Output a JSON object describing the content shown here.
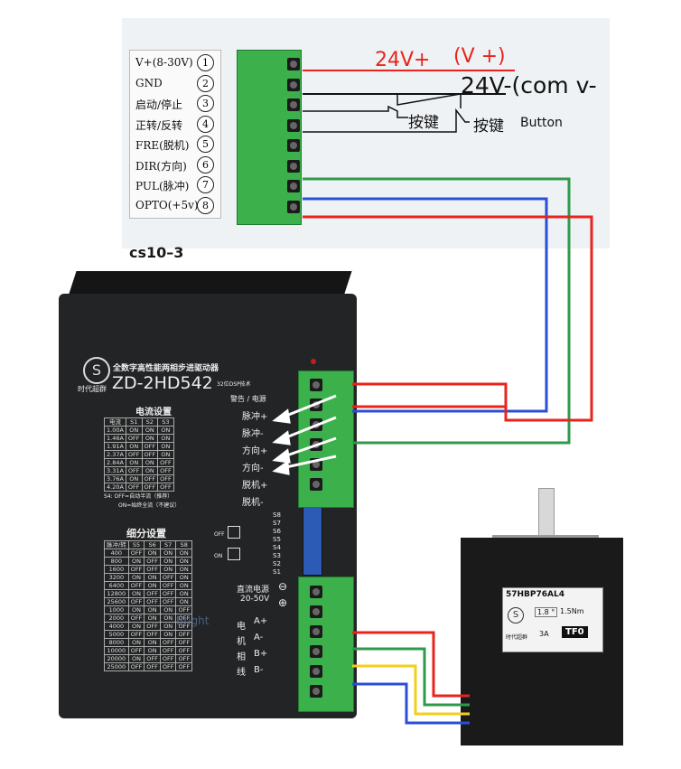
{
  "controller": {
    "model_label": "cs10–3",
    "pins": [
      {
        "label": "V+(8-30V)",
        "num": "1"
      },
      {
        "label": "GND",
        "num": "2"
      },
      {
        "label": "启动/停止",
        "num": "3"
      },
      {
        "label": "正转/反转",
        "num": "4"
      },
      {
        "label": "FRE(脱机)",
        "num": "5"
      },
      {
        "label": "DIR(方向)",
        "num": "6"
      },
      {
        "label": "PUL(脉冲)",
        "num": "7"
      },
      {
        "label": "OPTO(+5v)",
        "num": "8"
      }
    ]
  },
  "annotations": {
    "power_pos": "24V+",
    "power_pos_alias": "(V +)",
    "power_neg": "24V-(com v-",
    "button1": "按键",
    "button2": "按键",
    "button_en": "Button"
  },
  "driver": {
    "title_cn": "全数字高性能两相步进驱动器",
    "brand": "时代超群",
    "model": "ZD-2HD542",
    "model_sub": "32位DSP技术",
    "current_title": "电流设置",
    "current_headers": [
      "电流",
      "S1",
      "S2",
      "S3"
    ],
    "current_rows": [
      [
        "1.00A",
        "ON",
        "ON",
        "ON"
      ],
      [
        "1.46A",
        "OFF",
        "ON",
        "ON"
      ],
      [
        "1.91A",
        "ON",
        "OFF",
        "ON"
      ],
      [
        "2.37A",
        "OFF",
        "OFF",
        "ON"
      ],
      [
        "2.84A",
        "ON",
        "ON",
        "OFF"
      ],
      [
        "3.31A",
        "OFF",
        "ON",
        "OFF"
      ],
      [
        "3.76A",
        "ON",
        "OFF",
        "OFF"
      ],
      [
        "4.20A",
        "OFF",
        "OFF",
        "OFF"
      ]
    ],
    "s4_note1": "S4: OFF=自动半流（推荐）",
    "s4_note2": "ON=始终全流（不建议）",
    "micro_title": "细分设置",
    "micro_headers": [
      "脉冲/转",
      "S5",
      "S6",
      "S7",
      "S8"
    ],
    "micro_rows": [
      [
        "400",
        "OFF",
        "ON",
        "ON",
        "ON"
      ],
      [
        "800",
        "ON",
        "OFF",
        "ON",
        "ON"
      ],
      [
        "1600",
        "OFF",
        "OFF",
        "ON",
        "ON"
      ],
      [
        "3200",
        "ON",
        "ON",
        "OFF",
        "ON"
      ],
      [
        "6400",
        "OFF",
        "ON",
        "OFF",
        "ON"
      ],
      [
        "12800",
        "ON",
        "OFF",
        "OFF",
        "ON"
      ],
      [
        "25600",
        "OFF",
        "OFF",
        "OFF",
        "ON"
      ],
      [
        "1000",
        "ON",
        "ON",
        "ON",
        "OFF"
      ],
      [
        "2000",
        "OFF",
        "ON",
        "ON",
        "OFF"
      ],
      [
        "4000",
        "ON",
        "OFF",
        "ON",
        "OFF"
      ],
      [
        "5000",
        "OFF",
        "OFF",
        "ON",
        "OFF"
      ],
      [
        "8000",
        "ON",
        "ON",
        "OFF",
        "OFF"
      ],
      [
        "10000",
        "OFF",
        "ON",
        "OFF",
        "OFF"
      ],
      [
        "20000",
        "ON",
        "OFF",
        "OFF",
        "OFF"
      ],
      [
        "25000",
        "OFF",
        "OFF",
        "OFF",
        "OFF"
      ]
    ],
    "dip_off": "OFF",
    "dip_on": "ON",
    "dip_labels": [
      "S8",
      "S7",
      "S6",
      "S5",
      "S4",
      "S3",
      "S2",
      "S1"
    ],
    "alarm_label": "警告 / 电源",
    "signal_labels": [
      "脉冲+",
      "脉冲-",
      "方向+",
      "方向-",
      "脱机+",
      "脱机-"
    ],
    "power_title": "直流电源",
    "power_range": "20-50V",
    "power_minus": "⊖",
    "power_plus": "⊕",
    "motor_vertical": [
      "电",
      "机",
      "相",
      "线"
    ],
    "phase_labels": [
      "A+",
      "A-",
      "B+",
      "B-"
    ],
    "watermark": "Bright"
  },
  "motor": {
    "model": "57HBP76AL4",
    "step_angle": "1.8 °",
    "torque": "1.5Nm",
    "current": "3A",
    "code": "TF0",
    "brand": "时代超群"
  },
  "colors": {
    "red": "#e8241c",
    "blue": "#2a4fd6",
    "green": "#2f9a4a",
    "yellow": "#f2cf1a",
    "black": "#111111"
  }
}
